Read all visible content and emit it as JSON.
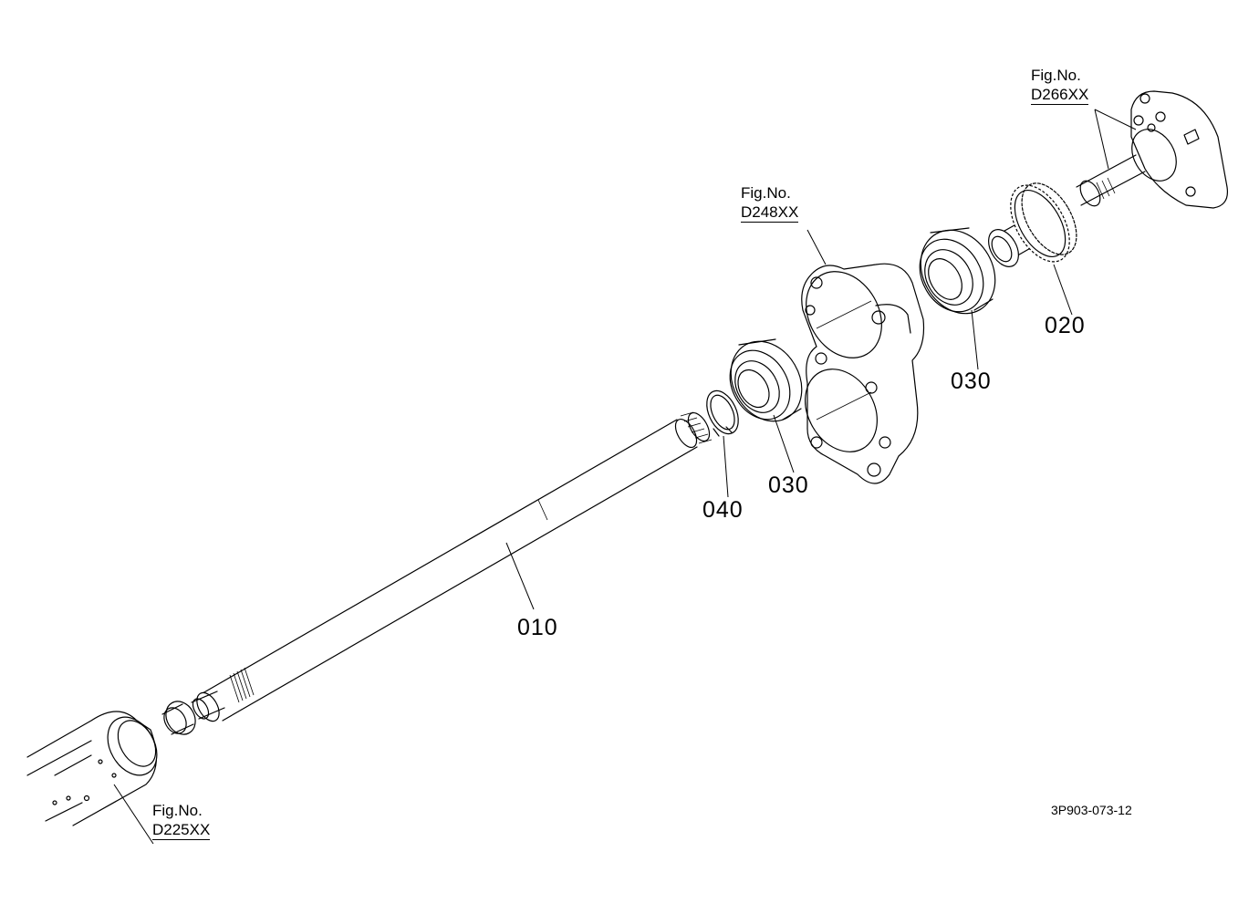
{
  "diagram": {
    "part_labels": [
      "010",
      "020",
      "030",
      "030",
      "040"
    ],
    "figure_refs": [
      {
        "line1": "Fig.No.",
        "line2": "D266XX"
      },
      {
        "line1": "Fig.No.",
        "line2": "D248XX"
      },
      {
        "line1": "Fig.No.",
        "line2": "D225XX"
      }
    ],
    "drawing_number": "3P903-073-12"
  }
}
